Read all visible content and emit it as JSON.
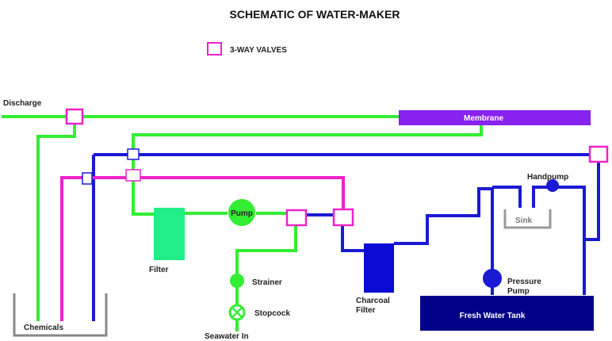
{
  "title": "SCHEMATIC OF WATER-MAKER",
  "legend": {
    "label": "3-WAY VALVES",
    "color": "#ee22cc"
  },
  "colors": {
    "green": "#33ee33",
    "blue": "#1a1ad4",
    "magenta": "#ee22cc",
    "membrane": "#8822ee",
    "filter": "#22ee88",
    "charcoal": "#0a0ad4",
    "tank": "#000088",
    "gray": "#888888"
  },
  "components": {
    "discharge": "Discharge",
    "membrane": "Membrane",
    "handpump": "Handpump",
    "sink": "Sink",
    "pump": "Pump",
    "filter": "Filter",
    "strainer": "Strainer",
    "stopcock": "Stopcock",
    "seawater_in": "Seawater In",
    "chemicals": "Chemicals",
    "charcoal_filter_line1": "Charcoal",
    "charcoal_filter_line2": "Filter",
    "pressure_pump_line1": "Pressure",
    "pressure_pump_line2": "Pump",
    "fresh_water_tank": "Fresh Water Tank"
  }
}
